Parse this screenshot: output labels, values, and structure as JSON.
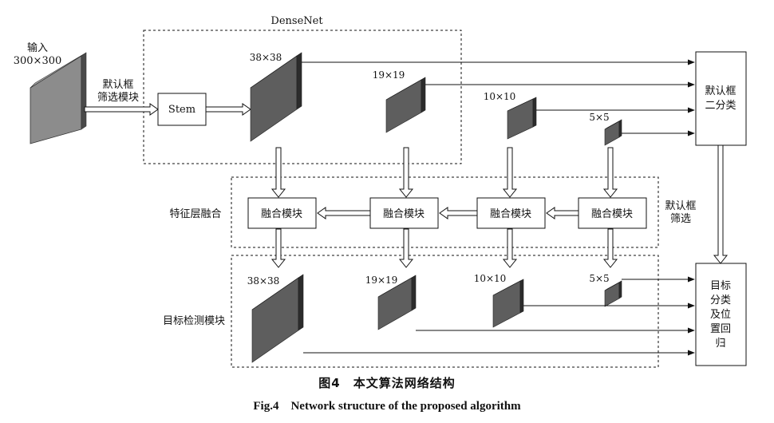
{
  "diagram": {
    "input_label": "输入",
    "input_size": "300×300",
    "prior_select_line1": "默认框",
    "prior_select_line2": "筛选模块",
    "densenet_label": "DenseNet",
    "stem_label": "Stem",
    "size_38": "38×38",
    "size_19": "19×19",
    "size_10": "10×10",
    "size_5": "5×5",
    "binary_line1": "默认框",
    "binary_line2": "二分类",
    "feature_fusion_label": "特征层融合",
    "fusion_module": "融合模块",
    "prior_filter_line1": "默认框",
    "prior_filter_line2": "筛选",
    "detection_label": "目标检测模块",
    "det_size_38": "38×38",
    "det_size_19": "19×19",
    "det_size_10": "10×10",
    "det_size_5": "5×5",
    "output_lines": [
      "目标",
      "分类",
      "及位",
      "置回",
      "归"
    ]
  },
  "caption": {
    "cn": "图4　本文算法网络结构",
    "en": "Fig.4　Network structure of the proposed algorithm"
  },
  "colors": {
    "fmap_front": "#5e5e5e",
    "fmap_side": "#2c2c2c",
    "fmap_top": "#8a8a8a",
    "input_front": "#8c8c8c",
    "input_side": "#4a4a4a",
    "line": "#111111"
  }
}
